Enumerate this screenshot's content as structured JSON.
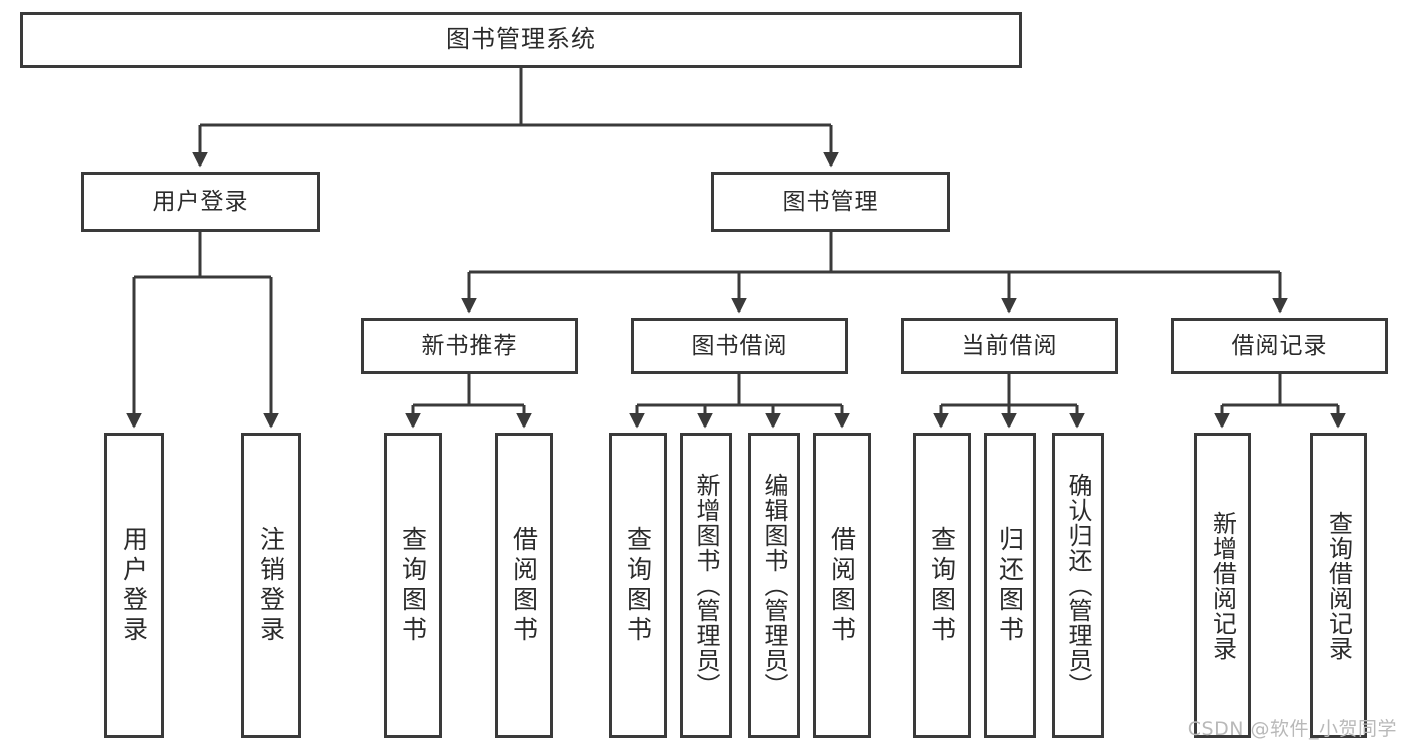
{
  "diagram": {
    "title": "图书管理系统",
    "watermark": "CSDN @软件_小贺同学",
    "stroke_color": "#3a3a3a",
    "text_color": "#2b2b2b",
    "background": "#ffffff",
    "levels": {
      "level1": [
        {
          "id": "root",
          "label": "图书管理系统"
        }
      ],
      "level2": [
        {
          "id": "user-login",
          "label": "用户登录"
        },
        {
          "id": "book-manage",
          "label": "图书管理"
        }
      ],
      "level3": [
        {
          "id": "new-book-rec",
          "label": "新书推荐"
        },
        {
          "id": "book-borrow",
          "label": "图书借阅"
        },
        {
          "id": "current-borrow",
          "label": "当前借阅"
        },
        {
          "id": "borrow-record",
          "label": "借阅记录"
        }
      ],
      "level4": [
        {
          "id": "leaf-user-login",
          "label": "用户登录",
          "parent": "user-login"
        },
        {
          "id": "leaf-logout",
          "label": "注销登录",
          "parent": "user-login"
        },
        {
          "id": "leaf-query-book-1",
          "label": "查询图书",
          "parent": "new-book-rec"
        },
        {
          "id": "leaf-borrow-book-1",
          "label": "借阅图书",
          "parent": "new-book-rec"
        },
        {
          "id": "leaf-query-book-2",
          "label": "查询图书",
          "parent": "book-borrow"
        },
        {
          "id": "leaf-add-book",
          "label": "新增图书（管理员）",
          "parent": "book-borrow"
        },
        {
          "id": "leaf-edit-book",
          "label": "编辑图书（管理员）",
          "parent": "book-borrow"
        },
        {
          "id": "leaf-borrow-book-2",
          "label": "借阅图书",
          "parent": "book-borrow"
        },
        {
          "id": "leaf-query-book-3",
          "label": "查询图书",
          "parent": "current-borrow"
        },
        {
          "id": "leaf-return-book",
          "label": "归还图书",
          "parent": "current-borrow"
        },
        {
          "id": "leaf-confirm-return",
          "label": "确认归还（管理员）",
          "parent": "current-borrow"
        },
        {
          "id": "leaf-add-record",
          "label": "新增借阅记录",
          "parent": "borrow-record"
        },
        {
          "id": "leaf-query-record",
          "label": "查询借阅记录",
          "parent": "borrow-record"
        }
      ]
    }
  }
}
